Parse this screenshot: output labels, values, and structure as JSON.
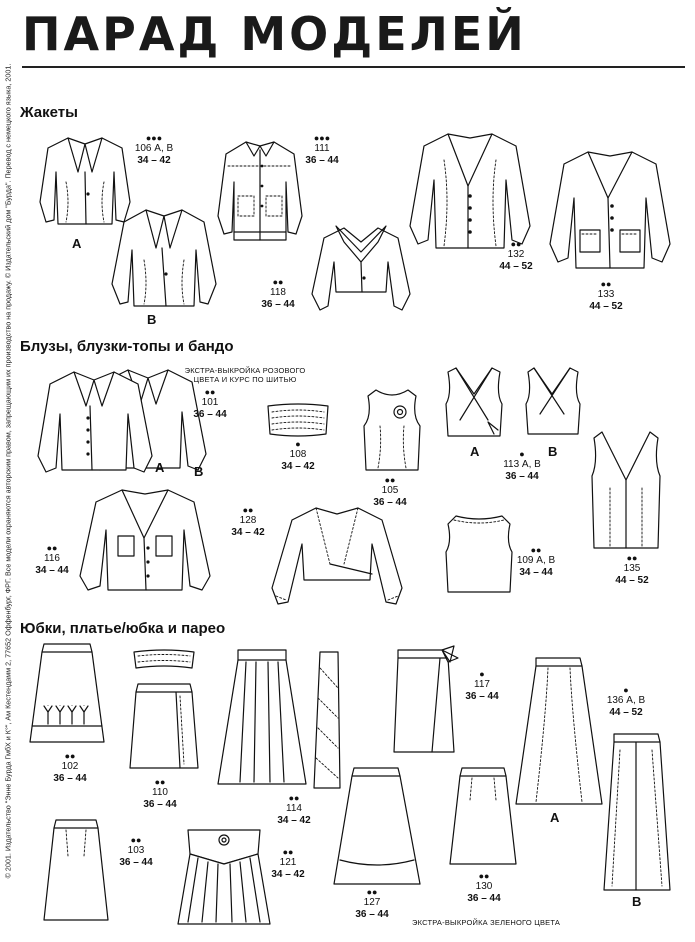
{
  "page_title": "ПАРАД МОДЕЛЕЙ",
  "copyright": "© 2001. Издательство \"Энне Бурда ГмбХ и К°\", Ам Кестендамм 2, 77652 Оффенбург, ФРГ. Все модели охраняются авторским правом, запрещающим их производство на продажу. © Издательский дом \"Бурда\". Перевод с немецкого языка, 2001.",
  "sections": {
    "jackets": "Жакеты",
    "blouses": "Блузы, блузки-топы и бандо",
    "skirts": "Юбки, платье/юбка и парео"
  },
  "models": {
    "m106": {
      "dots": "●●●",
      "number": "106 А, В",
      "sizes": "34 – 42"
    },
    "m111": {
      "dots": "●●●",
      "number": "111",
      "sizes": "36 – 44"
    },
    "m118": {
      "dots": "●●",
      "number": "118",
      "sizes": "36 – 44"
    },
    "m132": {
      "dots": "●●",
      "number": "132",
      "sizes": "44 – 52"
    },
    "m133": {
      "dots": "●●",
      "number": "133",
      "sizes": "44 – 52"
    },
    "m101": {
      "dots": "●●",
      "number": "101",
      "sizes": "36 – 44"
    },
    "m108": {
      "dots": "●",
      "number": "108",
      "sizes": "34 – 42"
    },
    "m105": {
      "dots": "●●",
      "number": "105",
      "sizes": "36 – 44"
    },
    "m113": {
      "dots": "●",
      "number": "113 А, В",
      "sizes": "36 – 44"
    },
    "m116": {
      "dots": "●●",
      "number": "116",
      "sizes": "34 – 44"
    },
    "m128": {
      "dots": "●●",
      "number": "128",
      "sizes": "34 – 42"
    },
    "m109": {
      "dots": "●●",
      "number": "109 А, В",
      "sizes": "34 – 44"
    },
    "m135": {
      "dots": "●●",
      "number": "135",
      "sizes": "44 – 52"
    },
    "m102": {
      "dots": "●●",
      "number": "102",
      "sizes": "36 – 44"
    },
    "m110": {
      "dots": "●●",
      "number": "110",
      "sizes": "36 – 44"
    },
    "m114": {
      "dots": "●●",
      "number": "114",
      "sizes": "34 – 42"
    },
    "m117": {
      "dots": "●",
      "number": "117",
      "sizes": "36 – 44"
    },
    "m136": {
      "dots": "●",
      "number": "136 А, В",
      "sizes": "44 – 52"
    },
    "m103": {
      "dots": "●●",
      "number": "103",
      "sizes": "36 – 44"
    },
    "m121": {
      "dots": "●●",
      "number": "121",
      "sizes": "34 – 42"
    },
    "m127": {
      "dots": "●●",
      "number": "127",
      "sizes": "36 – 44"
    },
    "m130": {
      "dots": "●●",
      "number": "130",
      "sizes": "36 – 44"
    }
  },
  "variants": {
    "a": "А",
    "b": "В"
  },
  "notes": {
    "extra_pink": "ЭКСТРА-ВЫКРОЙКА РОЗОВОГО ЦВЕТА И КУРС ПО ШИТЬЮ",
    "extra_green": "ЭКСТРА-ВЫКРОЙКА ЗЕЛЕНОГО ЦВЕТА"
  }
}
